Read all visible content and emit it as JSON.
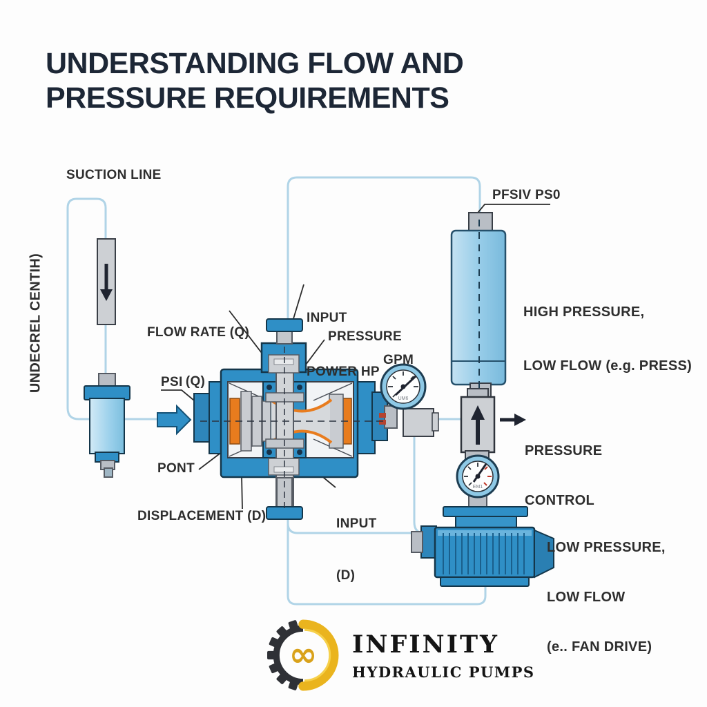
{
  "title": {
    "line1": "UNDERSTANDING FLOW AND",
    "line2": "PRESSURE REQUIREMENTS"
  },
  "labels": {
    "suction_line": "SUCTION LINE",
    "left_vertical": "UNDECREL CENTIH)",
    "flow_rate_line1": "FLOW RATE (Q)",
    "flow_rate_line2": "(Q)",
    "input_power_line1": "INPUT",
    "input_power_line2": "POWER HP",
    "pressure": "PRESSURE",
    "psi": "PSI",
    "gpm": "GPM",
    "port_label": "PFSIV PS0",
    "high_pressure_line1": "HIGH PRESSURE,",
    "high_pressure_line2": "LOW FLOW (e.g. PRESS)",
    "pressure_control_line1": "PRESSURE",
    "pressure_control_line2": "CONTROL",
    "pont": "PONT",
    "displacement": "DISPLACEMENT (D)",
    "input_d_line1": "INPUT",
    "input_d_line2": "(D)",
    "low_pressure_line1": "LOW PRESSURE,",
    "low_pressure_line2": "LOW FLOW",
    "low_pressure_line3": "(e.. FAN DRIVE)"
  },
  "gauges": {
    "flow_gauge_face_text": "UM6",
    "pressure_gauge_face_text": "EM1"
  },
  "logo": {
    "name": "INFINITY",
    "tagline": "HYDRAULIC PUMPS",
    "infinity_glyph": "∞"
  },
  "colors": {
    "pipe_blue": "#b0d4e7",
    "component_blue": "#2f8fc6",
    "light_blue": "#9ed2ec",
    "seal_orange": "#e87c1e",
    "logo_gold": "#eab41e",
    "title_navy": "#1d2736",
    "label_dark": "#2e2e2e"
  }
}
